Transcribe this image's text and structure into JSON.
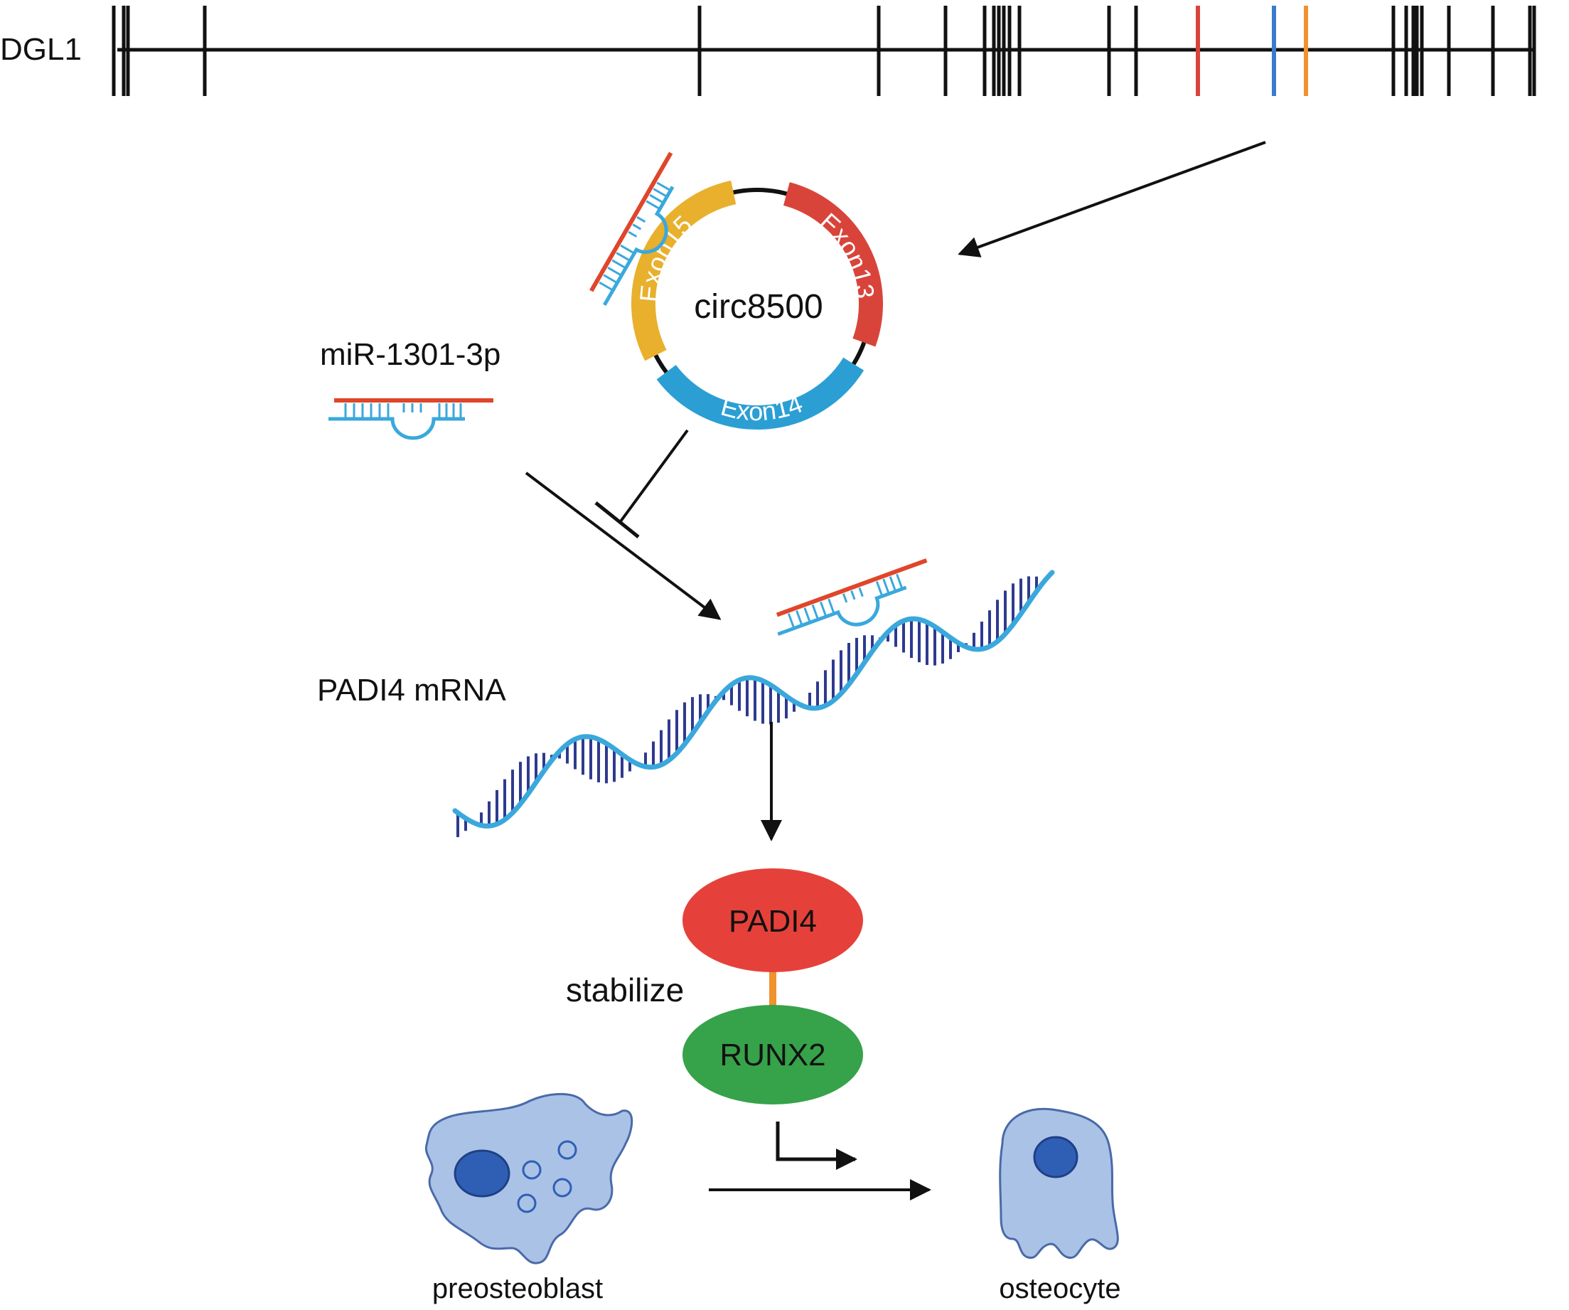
{
  "gene": {
    "label": "DGL1"
  },
  "circrna": {
    "label": "circ8500",
    "exons": [
      {
        "label": "Exon13",
        "color": "#d9443a"
      },
      {
        "label": "Exon14",
        "color": "#2b9fd4"
      },
      {
        "label": "Exon15",
        "color": "#e8b02c"
      }
    ]
  },
  "mirna": {
    "label": "miR-1301-3p"
  },
  "mrna": {
    "label": "PADI4 mRNA"
  },
  "proteins": {
    "padi4": {
      "label": "PADI4",
      "color": "#e5413a"
    },
    "runx2": {
      "label": "RUNX2",
      "color": "#36a24a"
    },
    "link_label": "stabilize",
    "link_color": "#f0922d"
  },
  "cells": {
    "preosteoblast": {
      "label": "preosteoblast"
    },
    "osteocyte": {
      "label": "osteocyte"
    }
  },
  "colors": {
    "highlight_exon13": "#d9443a",
    "highlight_exon14": "#3a7cc9",
    "highlight_exon15": "#f0922d",
    "mirna_strand": "#e0462a",
    "rna_backbone": "#3aa8dc",
    "rna_rungs": "#2e3a8f",
    "cell_body": "#a9c2e6",
    "cell_nucleus": "#2f5fb5"
  }
}
